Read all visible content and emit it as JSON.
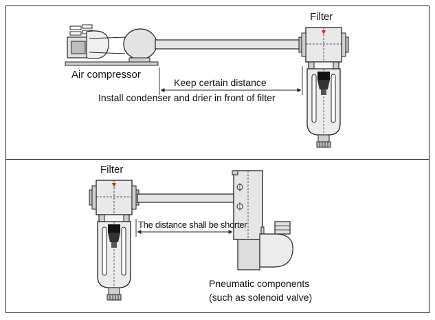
{
  "top_panel": {
    "filter_label": "Filter",
    "compressor_label": "Air compressor",
    "distance_label": "Keep certain distance",
    "instruction_label": "Install condenser and drier in front of filter"
  },
  "bottom_panel": {
    "filter_label": "Filter",
    "distance_label": "The distance shall be shorter",
    "component_label_line1": "Pneumatic components",
    "component_label_line2": "(such as solenoid valve)"
  },
  "colors": {
    "stroke": "#222222",
    "body_fill": "#e6e6e6",
    "light_fill": "#f4f4f4",
    "dark_fill": "#9a9a9a",
    "indicator_red": "#d8202a"
  }
}
